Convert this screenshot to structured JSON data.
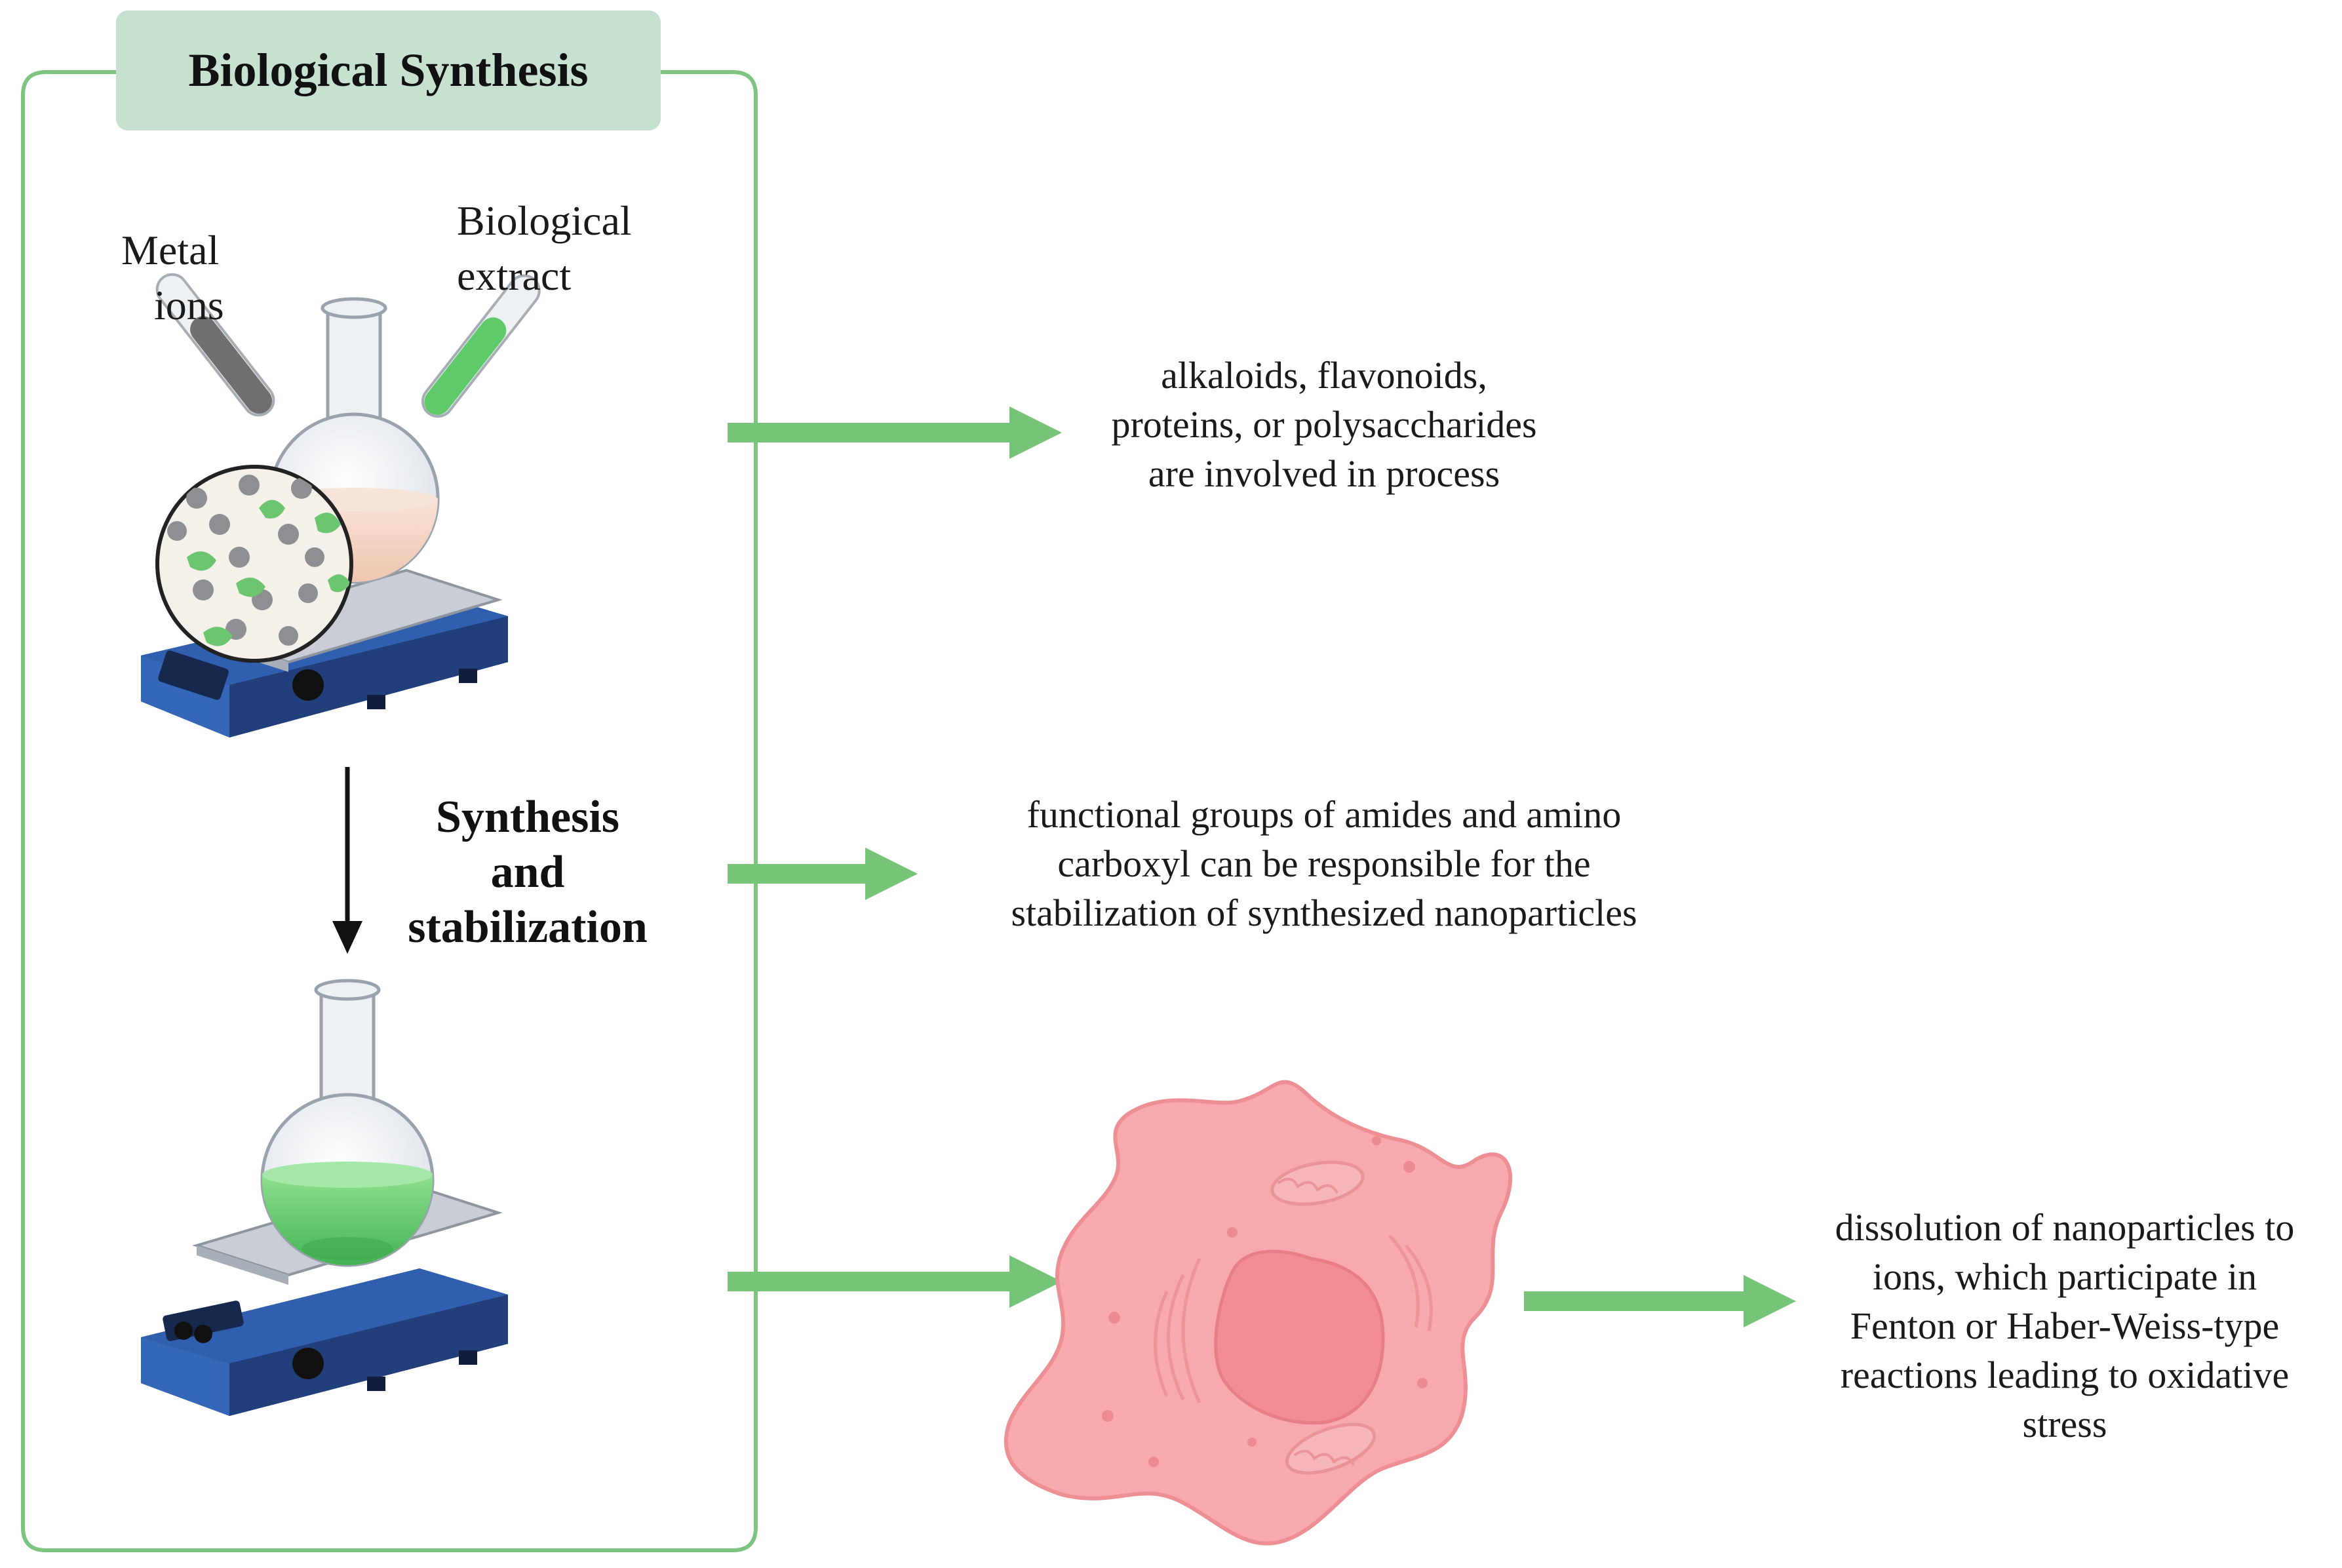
{
  "panel": {
    "title": "Biological Synthesis",
    "metal_ions_label": [
      "Metal",
      "ions"
    ],
    "biological_extract_label": [
      "Biological",
      "extract"
    ],
    "step_label": [
      "Synthesis",
      "and",
      "stabilization"
    ]
  },
  "annotations": {
    "first": [
      "alkaloids, flavonoids,",
      "proteins, or polysaccharides",
      "are involved in process"
    ],
    "second": [
      "functional groups of amides and amino",
      "carboxyl can be responsible for the",
      "stabilization of synthesized nanoparticles"
    ],
    "third": [
      "dissolution of nanoparticles to",
      "ions, which participate in",
      "Fenton or Haber-Weiss-type",
      "reactions leading to oxidative",
      "stress"
    ]
  },
  "colors": {
    "panel_border": "#7cc47f",
    "title_fill": "#c6e1cf",
    "arrow_green": "#76c478",
    "hotplate_blue": "#27519a",
    "cell_pink": "#f7a9ad",
    "nucleus_pink": "#f39197",
    "solution_green": "#5fca6a"
  }
}
